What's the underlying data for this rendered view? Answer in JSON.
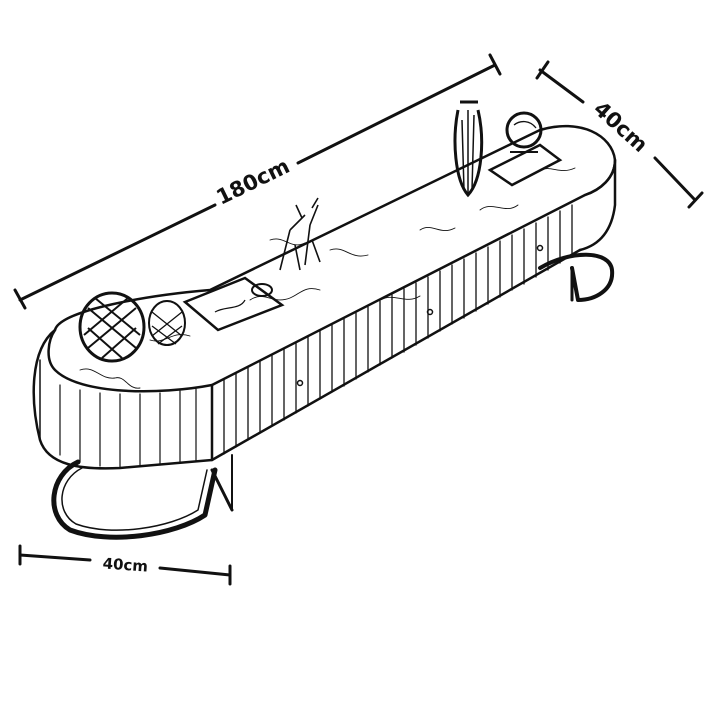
{
  "dimensions": {
    "length": "180cm",
    "depth": "40cm",
    "width": "40cm"
  },
  "colors": {
    "line": "#111111",
    "background": "#ffffff"
  }
}
